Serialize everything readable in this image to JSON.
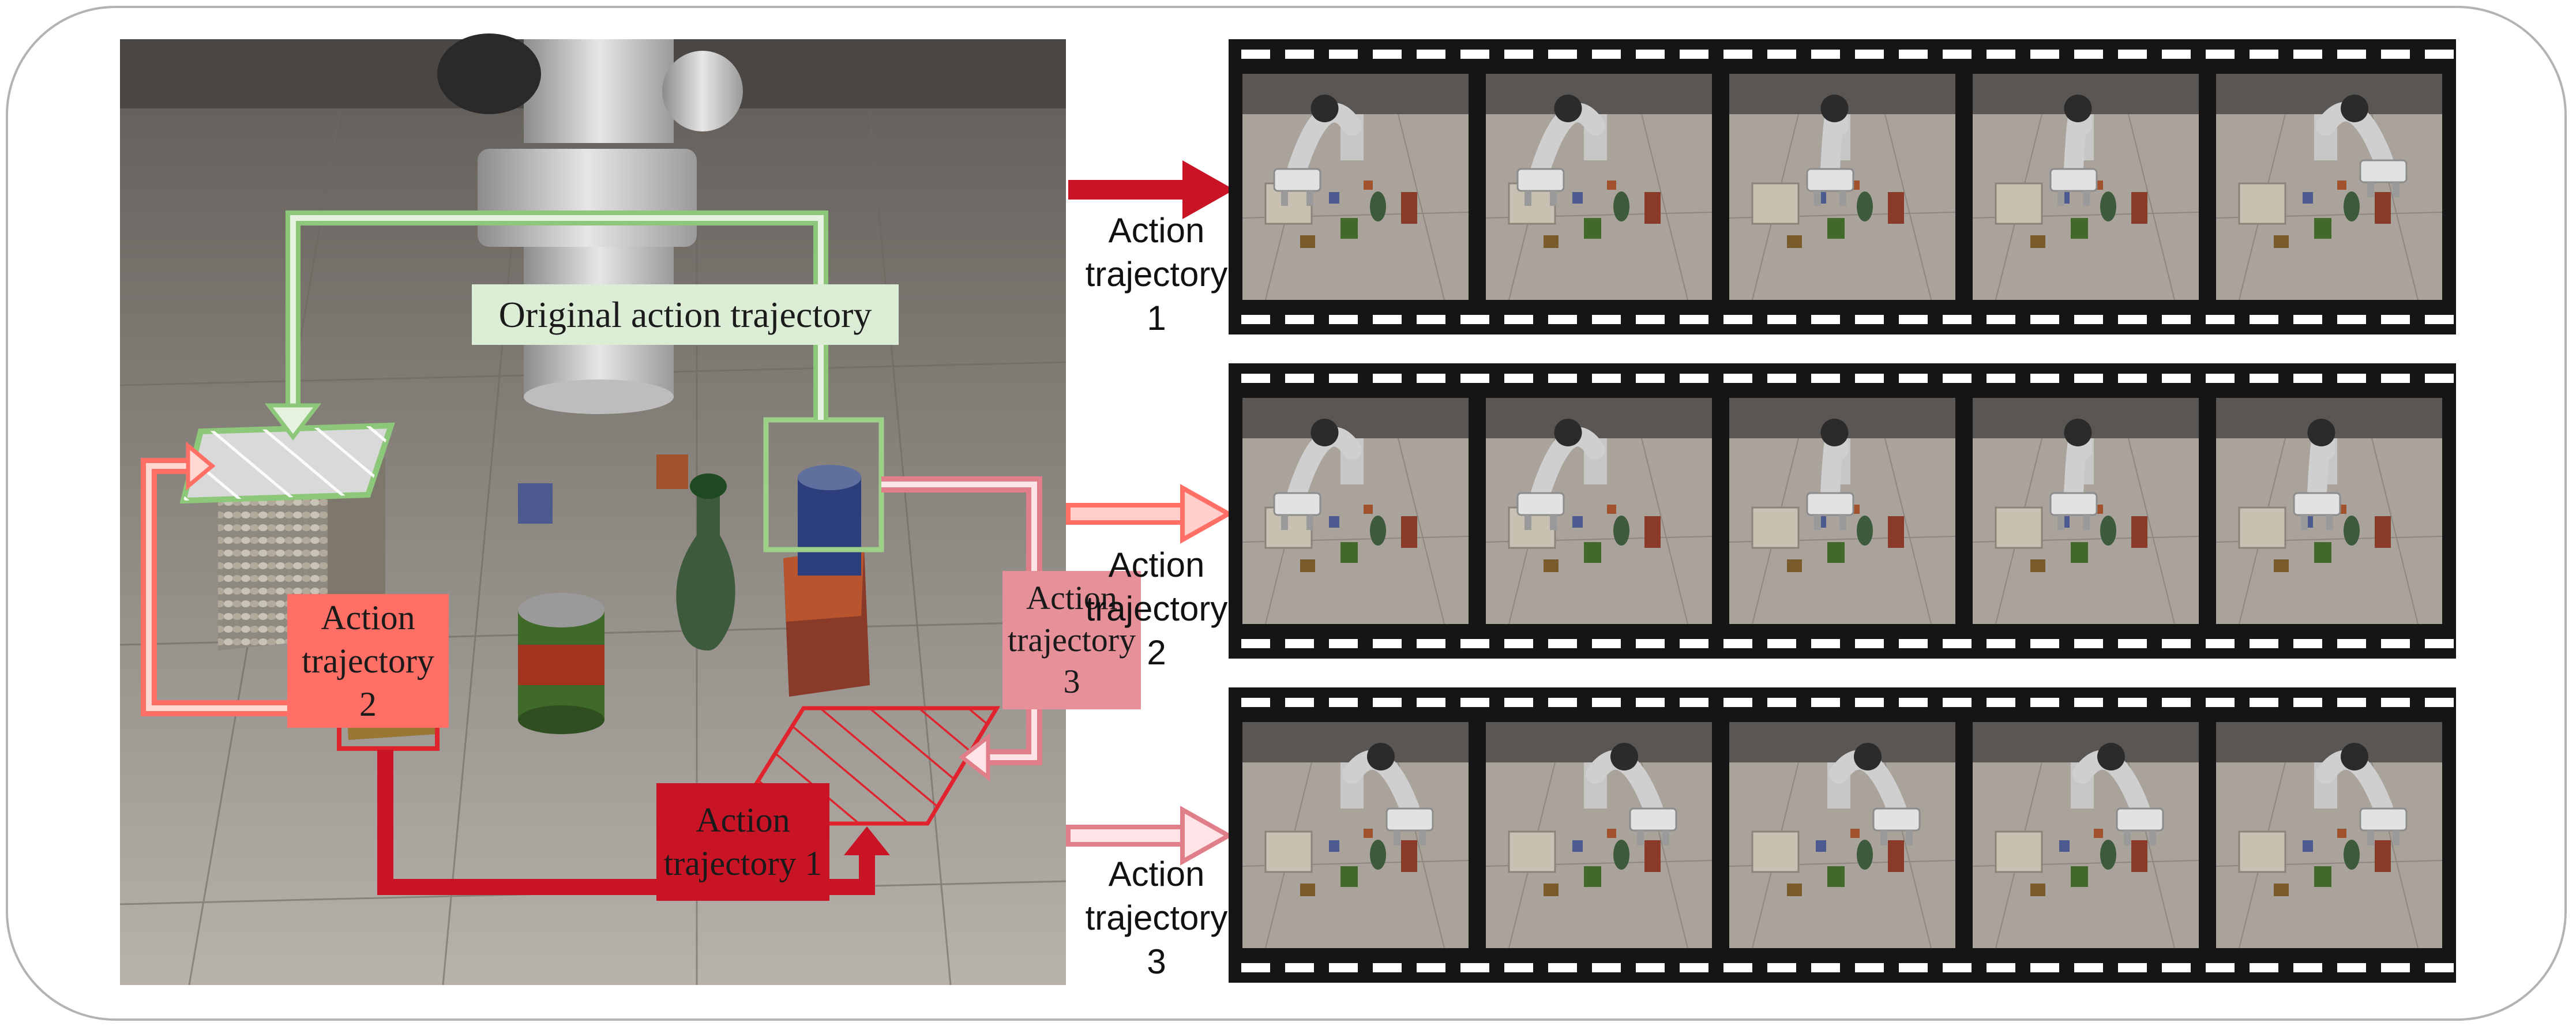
{
  "labels": {
    "original": "Original action trajectory",
    "at2": [
      "Action",
      "trajectory",
      "2"
    ],
    "at3": [
      "Action",
      "trajectory",
      "3"
    ],
    "at1": [
      "Action",
      "trajectory 1"
    ]
  },
  "side_labels": [
    {
      "lines": [
        "Action",
        "trajectory",
        "1"
      ]
    },
    {
      "lines": [
        "Action",
        "trajectory",
        "2"
      ]
    },
    {
      "lines": [
        "Action",
        "trajectory",
        "3"
      ]
    }
  ],
  "colors": {
    "original": "#8cc77a",
    "trajectory_1": "#c91426",
    "trajectory_2": "#ff6f66",
    "trajectory_3": "#e07f8a",
    "film": "#151515"
  },
  "filmstrips": [
    {
      "name": "trajectory-1",
      "frames": 5,
      "gripper_side": [
        "left",
        "left",
        "center",
        "center",
        "right"
      ]
    },
    {
      "name": "trajectory-2",
      "frames": 5,
      "gripper_side": [
        "left",
        "left",
        "center",
        "center",
        "center"
      ]
    },
    {
      "name": "trajectory-3",
      "frames": 5,
      "gripper_side": [
        "right",
        "right",
        "right",
        "right",
        "right"
      ]
    }
  ]
}
